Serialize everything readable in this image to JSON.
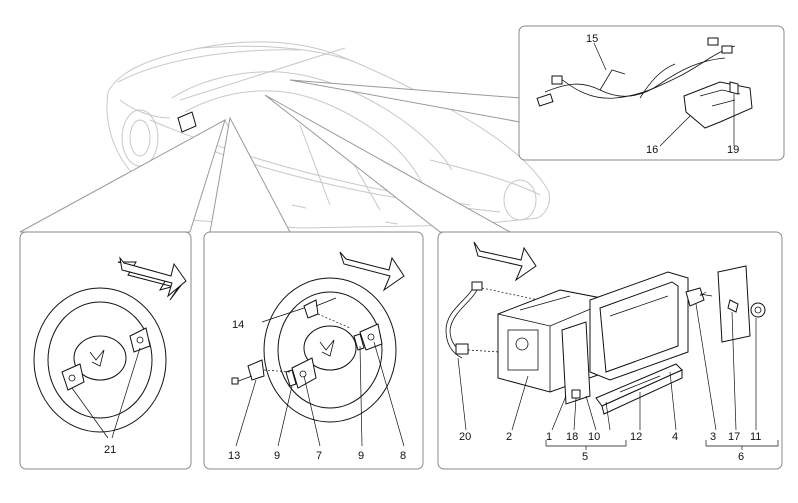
{
  "labels": {
    "p1": "1",
    "p2": "2",
    "p3": "3",
    "p4": "4",
    "p5": "5",
    "p6": "6",
    "p7": "7",
    "p8": "8",
    "p9a": "9",
    "p9b": "9",
    "p10": "10",
    "p11": "11",
    "p12": "12",
    "p13": "13",
    "p14": "14",
    "p15": "15",
    "p16": "16",
    "p17": "17",
    "p18": "18",
    "p19": "19",
    "p20": "20",
    "p21": "21"
  }
}
